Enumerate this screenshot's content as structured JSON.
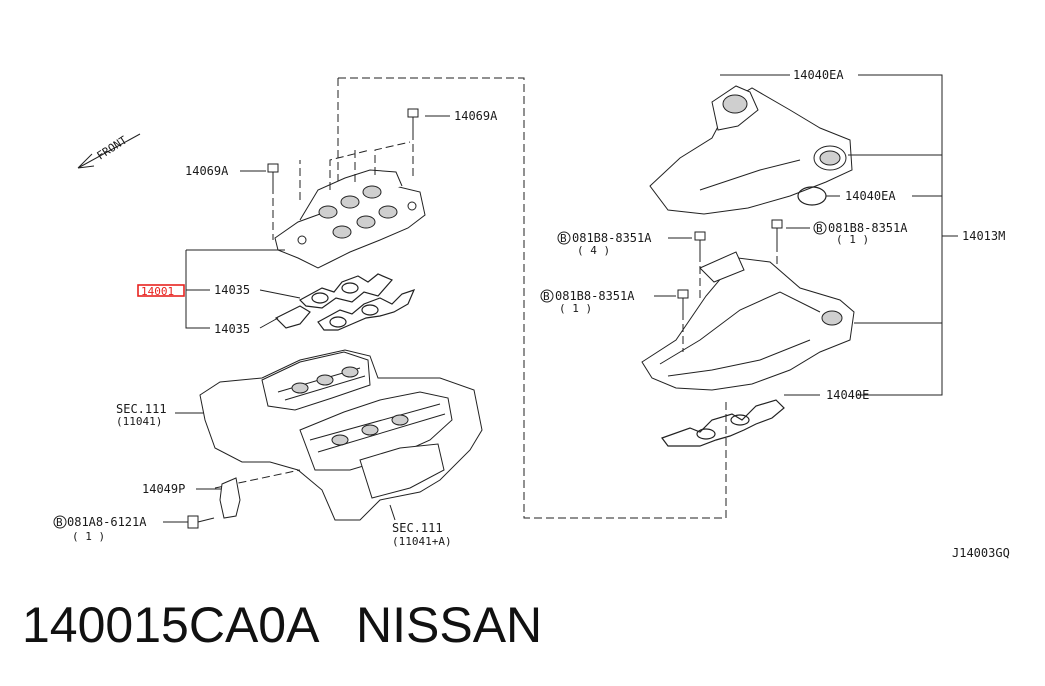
{
  "diagram": {
    "front_label": "FRONT",
    "highlight_label": "14001",
    "highlight_color": "#e8231f",
    "figure_code": "J14003GQ",
    "labels": {
      "p14069A_top": "14069A",
      "p14069A_left": "14069A",
      "p14035_a": "14035",
      "p14035_b": "14035",
      "sec111_left": "SEC.111",
      "sec111_left_ref": "(11041)",
      "p14049P": "14049P",
      "bolt_081A8": "081A8-6121A",
      "bolt_081A8_qty": "( 1 )",
      "sec111_bottom": "SEC.111",
      "sec111_bottom_ref": "(11041+A)",
      "p14040EA_top": "14040EA",
      "p14040EA_mid": "14040EA",
      "p14013M": "14013M",
      "bolt_081B8_left": "081B8-8351A",
      "bolt_081B8_left_qty": "( 4 )",
      "bolt_081B8_right": "081B8-8351A",
      "bolt_081B8_right_qty": "( 1 )",
      "bolt_081B8_low": "081B8-8351A",
      "bolt_081B8_low_qty": "( 1 )",
      "p14040E": "14040E",
      "circle_b": "B"
    }
  },
  "footer": {
    "part_number": "140015CA0A",
    "brand": "NISSAN"
  }
}
